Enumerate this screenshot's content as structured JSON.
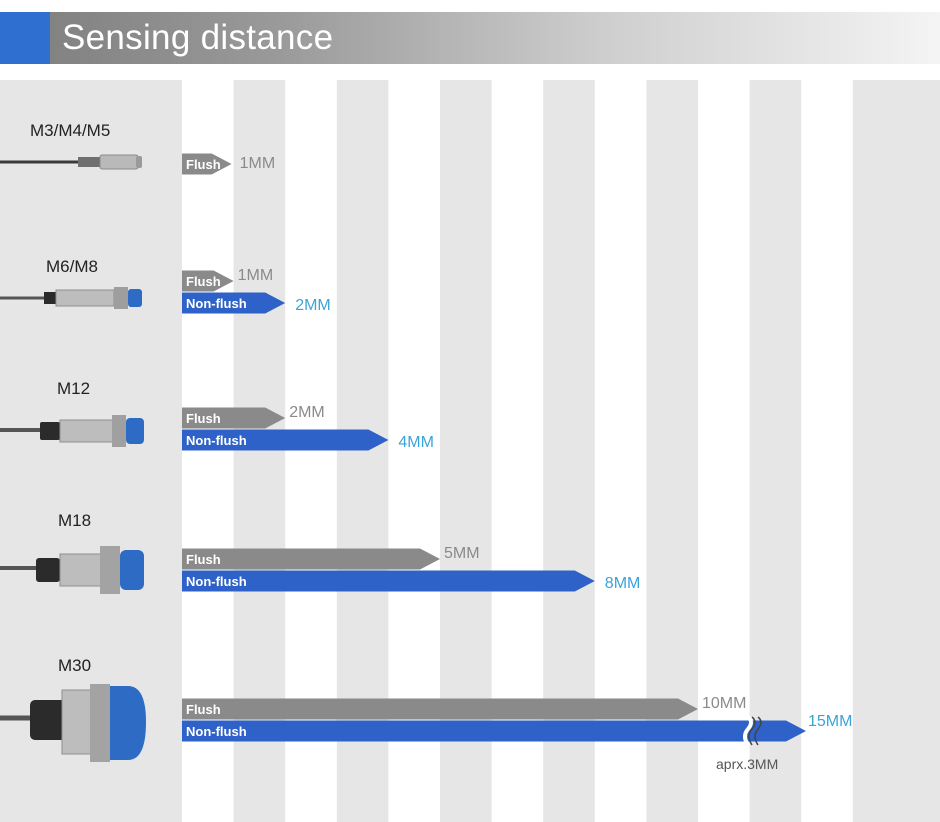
{
  "header": {
    "title": "Sensing distance"
  },
  "colors": {
    "flush": "#8a8a8a",
    "nonflush": "#2f62c8",
    "flush_value_text": "#8a8a8a",
    "nonflush_value_text": "#3ba3d8",
    "accent": "#2f6fd0",
    "sensor_face": "#2e6bc4"
  },
  "sensors": [
    {
      "label": "M3/M4/M5"
    },
    {
      "label": "M6/M8"
    },
    {
      "label": "M12"
    },
    {
      "label": "M18"
    },
    {
      "label": "M30"
    }
  ],
  "chart_data": {
    "type": "bar",
    "orientation": "horizontal",
    "categories": [
      "M3/M4/M5",
      "M6/M8",
      "M12",
      "M18",
      "M30"
    ],
    "series": [
      {
        "name": "Flush",
        "values": [
          1,
          1,
          2,
          5,
          10
        ],
        "value_labels": [
          "1MM",
          "1MM",
          "2MM",
          "5MM",
          "10MM"
        ]
      },
      {
        "name": "Non-flush",
        "values": [
          null,
          2,
          4,
          8,
          15
        ],
        "value_labels": [
          "",
          "2MM",
          "4MM",
          "8MM",
          "15MM"
        ]
      }
    ],
    "annotations": [
      {
        "text": "aprx.3MM",
        "category": "M30",
        "series": "Non-flush"
      }
    ],
    "axis_break": {
      "category": "M30",
      "series": "Non-flush"
    },
    "title": "Sensing distance",
    "grid": true
  }
}
